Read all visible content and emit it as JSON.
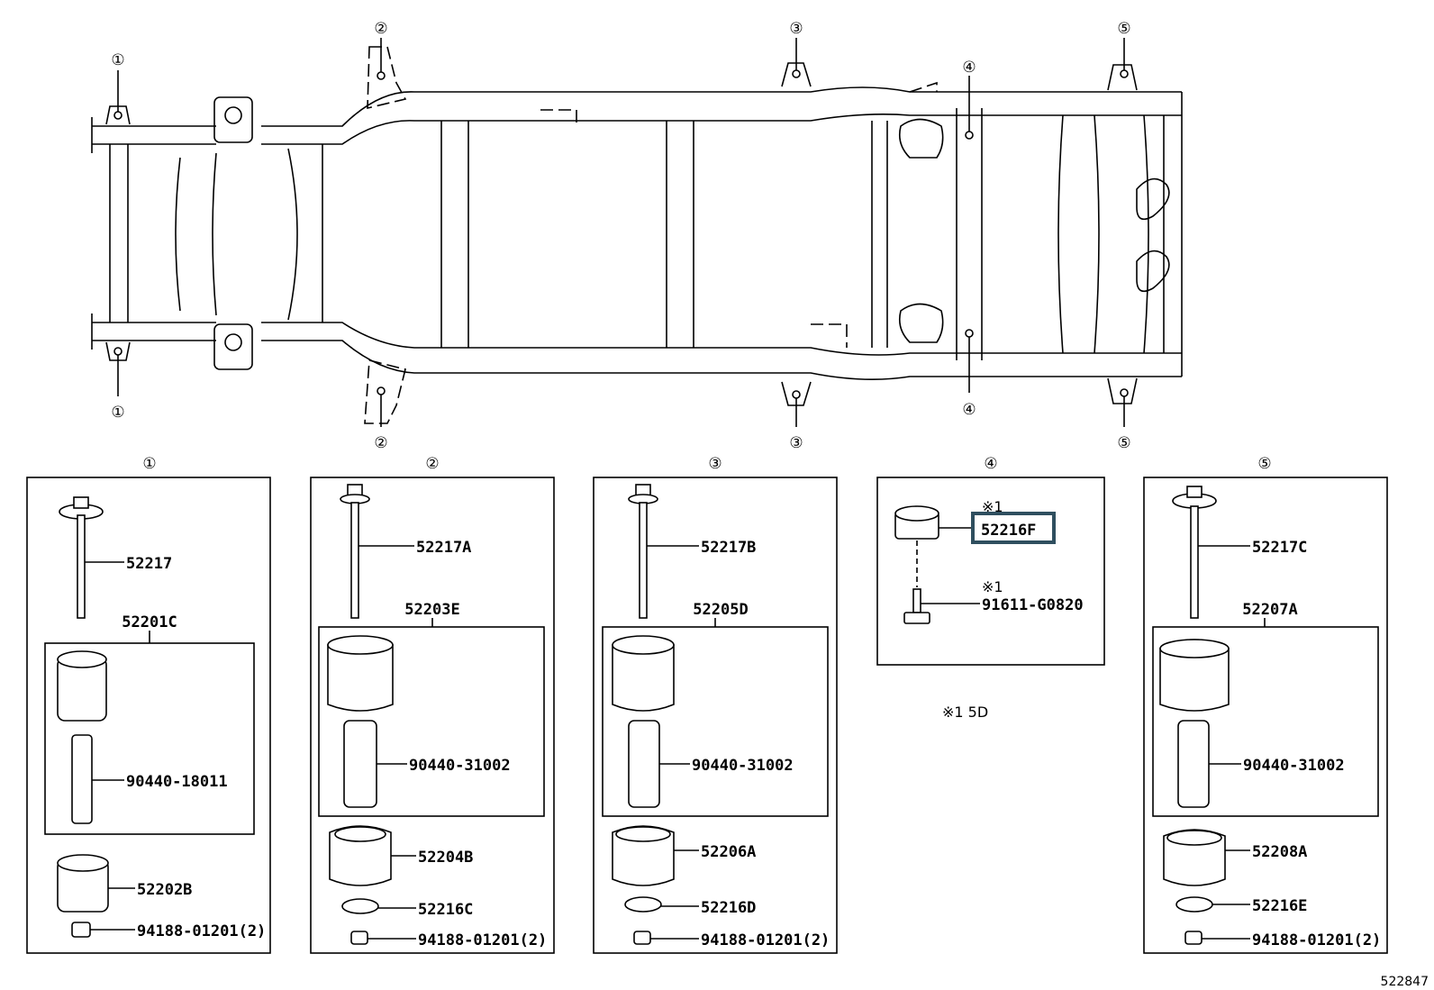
{
  "diagram_id": "522847",
  "callouts": {
    "c1": "①",
    "c2": "②",
    "c3": "③",
    "c4": "④",
    "c5": "⑤"
  },
  "note": "※1 5D",
  "mark": "※1",
  "groups": {
    "g1": {
      "bolt": "52217",
      "set": "52201C",
      "sleeve": "90440-18011",
      "lower": "52202B",
      "nut": "94188-01201(2)"
    },
    "g2": {
      "bolt": "52217A",
      "set": "52203E",
      "sleeve": "90440-31002",
      "lower": "52204B",
      "washer": "52216C",
      "nut": "94188-01201(2)"
    },
    "g3": {
      "bolt": "52217B",
      "set": "52205D",
      "sleeve": "90440-31002",
      "lower": "52206A",
      "washer": "52216D",
      "nut": "94188-01201(2)"
    },
    "g4": {
      "cushion": "52216F",
      "bolt": "91611-G0820"
    },
    "g5": {
      "bolt": "52217C",
      "set": "52207A",
      "sleeve": "90440-31002",
      "lower": "52208A",
      "washer": "52216E",
      "nut": "94188-01201(2)"
    }
  },
  "colors": {
    "highlight": "#2f4f5f",
    "line": "#000000"
  }
}
